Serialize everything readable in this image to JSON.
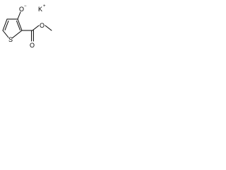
{
  "diagram": {
    "type": "chemical-structure",
    "atoms": {
      "oxygen_anion": {
        "symbol": "O",
        "charge": "−"
      },
      "potassium_cation": {
        "symbol": "K",
        "charge": "+"
      },
      "sulfur": {
        "symbol": "S"
      },
      "carbonyl_oxygen": {
        "symbol": "O"
      },
      "ester_oxygen": {
        "symbol": "O"
      }
    },
    "colors": {
      "bond": "#000000",
      "label": "#000000",
      "background": "#ffffff"
    }
  }
}
